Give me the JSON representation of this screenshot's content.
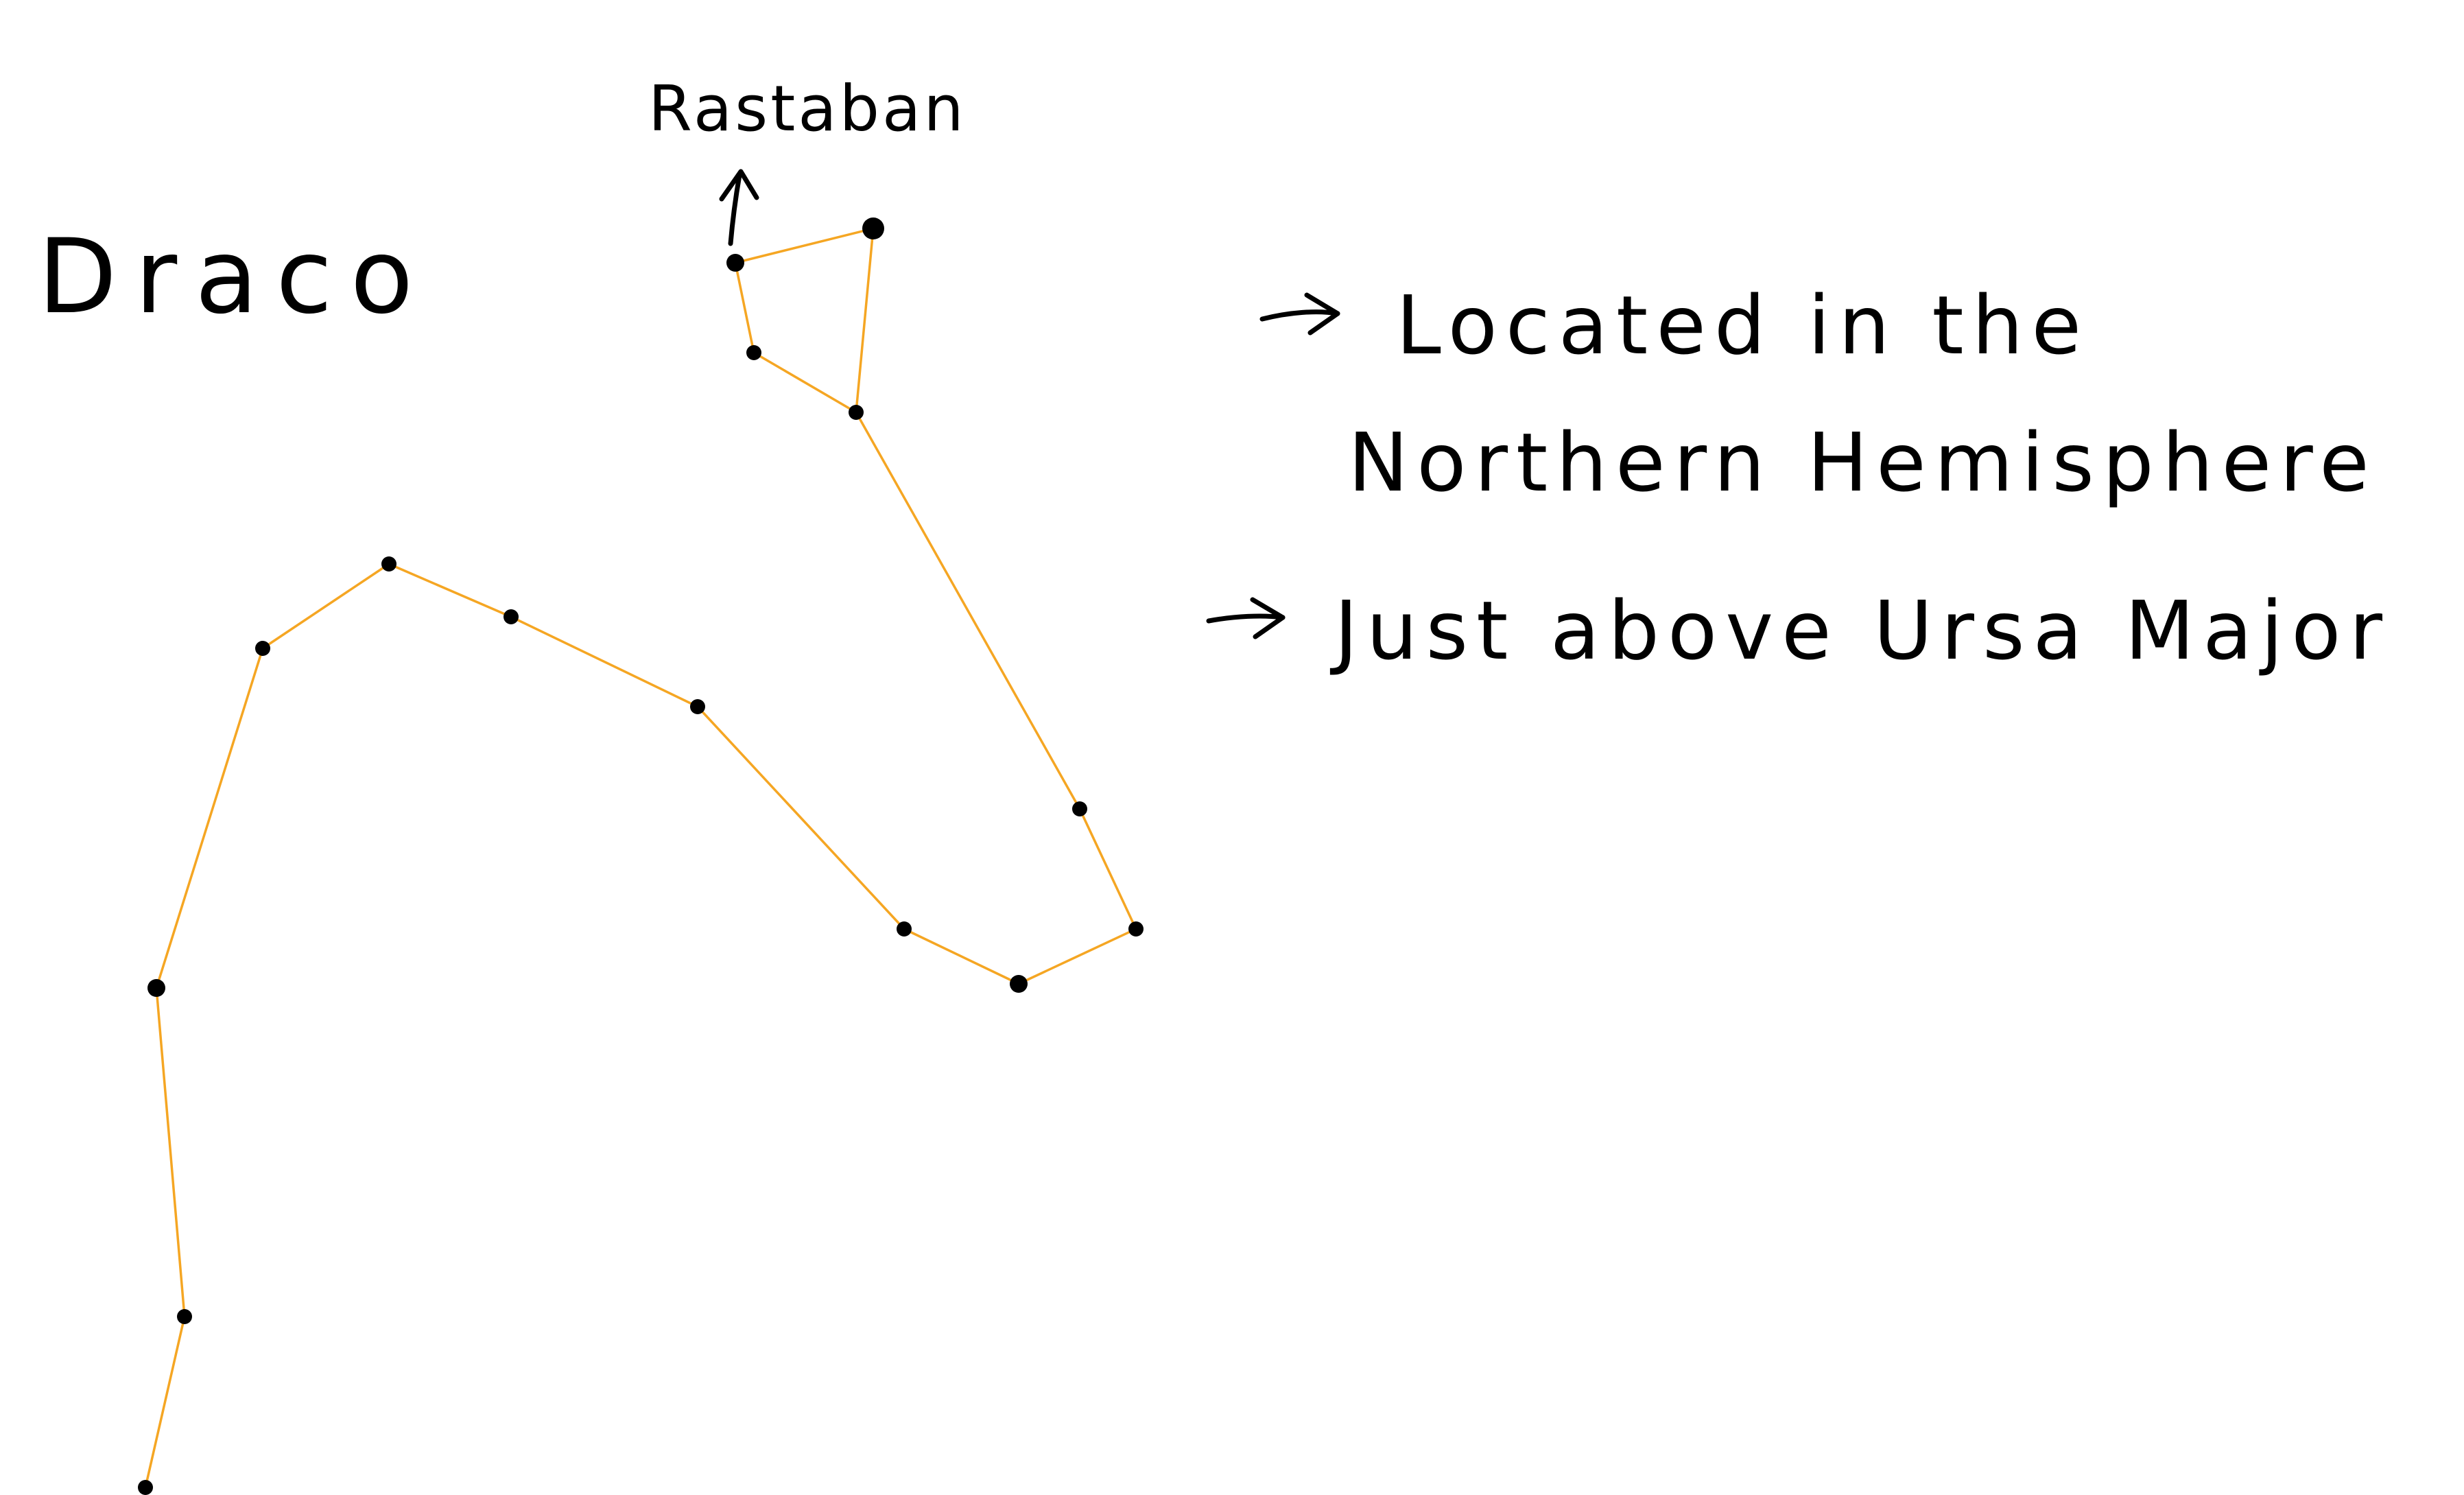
{
  "title": "Draco",
  "star_label": "Rastaban",
  "notes": [
    {
      "arrow": "→",
      "lines": [
        "Located in the",
        "Northern Hemisphere"
      ]
    },
    {
      "arrow": "→",
      "lines": [
        "Just above Ursa Major"
      ]
    }
  ],
  "colors": {
    "line": "#f5a623",
    "star": "#000000",
    "text": "#000000",
    "background": "#ffffff"
  },
  "icons": {
    "label_pointer": "up-arrow-icon",
    "note_bullet": "right-arrow-icon"
  }
}
